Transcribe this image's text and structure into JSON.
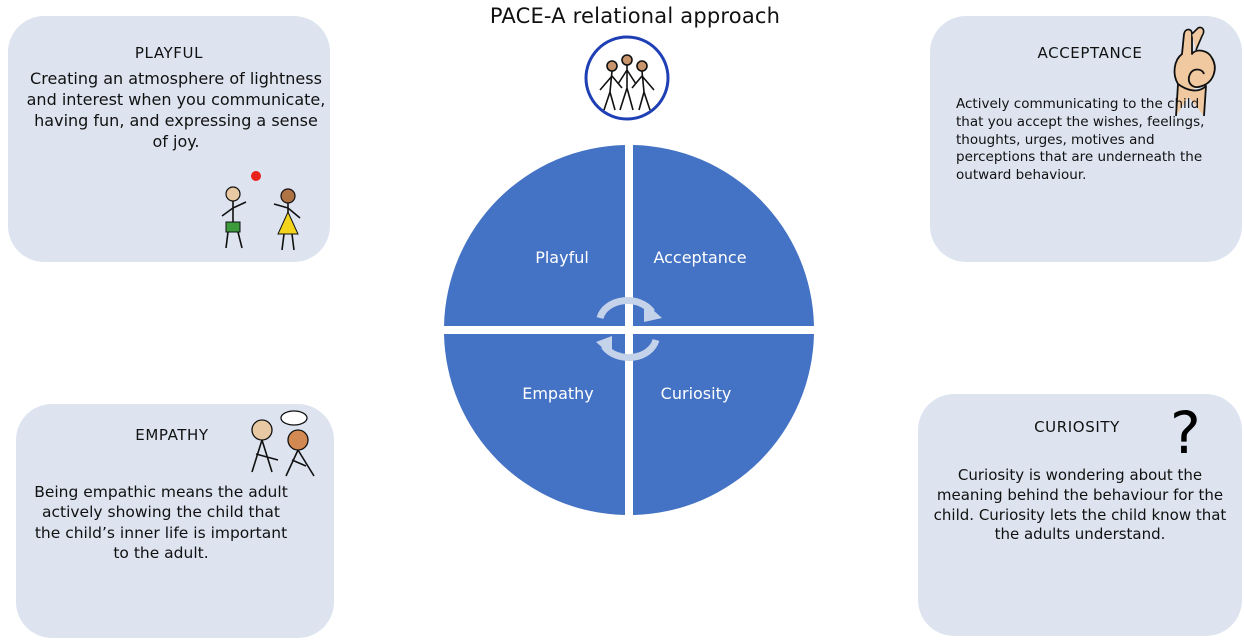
{
  "title": "PACE-A relational approach",
  "colors": {
    "quadrant": "#4472c4",
    "card_bg": "#dde4f0",
    "emblem_ring": "#1f3fb5",
    "arrow": "#c5d3ea",
    "ball": "#e8231a"
  },
  "quadrants": {
    "top_left": "Playful",
    "top_right": "Acceptance",
    "bottom_left": "Empathy",
    "bottom_right": "Curiosity"
  },
  "cards": {
    "playful": {
      "heading": "PLAYFUL",
      "text": "Creating an atmosphere of lightness and interest when you communicate, having fun, and expressing a sense of joy.",
      "icon": "children-playing-icon"
    },
    "acceptance": {
      "heading": "ACCEPTANCE",
      "text": "Actively communicating to the child that you accept the wishes, feelings, thoughts, urges, motives and perceptions that are underneath the outward behaviour.",
      "icon": "ok-hand-icon"
    },
    "empathy": {
      "heading": "EMPATHY",
      "text": "Being empathic means the adult actively showing the child that the child’s inner life is important to the adult.",
      "icon": "people-talking-icon"
    },
    "curiosity": {
      "heading": "CURIOSITY",
      "text": "Curiosity is wondering about the meaning behind the behaviour for the child. Curiosity lets the child know that the adults understand.",
      "icon": "question-mark-icon"
    }
  },
  "emblem_icon": "group-of-people-icon",
  "cycle_icon": "cycle-arrows-icon"
}
